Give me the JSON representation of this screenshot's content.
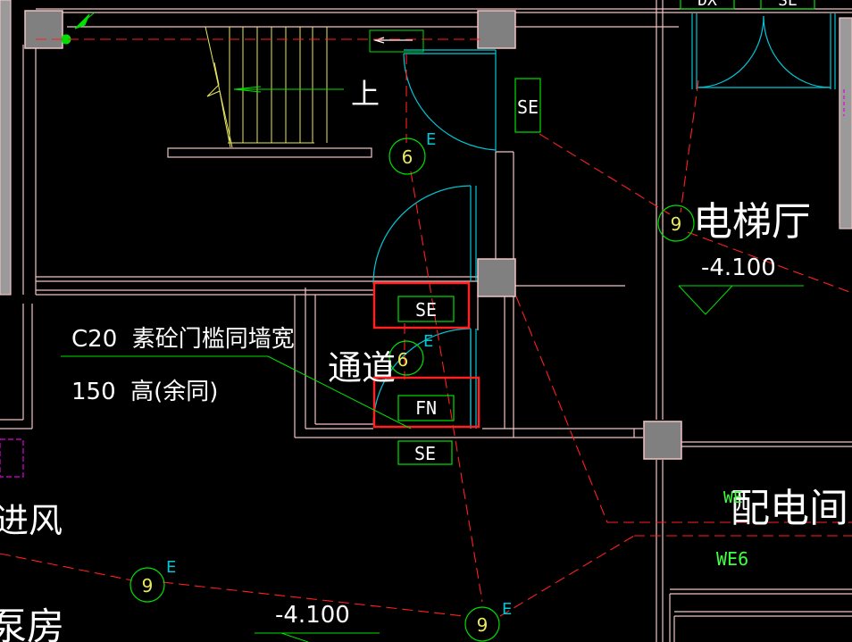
{
  "drawing": {
    "colors": {
      "background": "#000000",
      "wall": "#f2c4c4",
      "wall_alt": "#e8b0b0",
      "column": "#808080",
      "door": "#00c8d8",
      "stair": "#e8e860",
      "equip": "#00e000",
      "circuit": "#ff2020",
      "highlight": "#ff2020",
      "text": "#ffffff",
      "label_green": "#40ff40",
      "magenta": "#e000e0"
    },
    "rooms": {
      "elevator_hall": "电梯厅",
      "passage": "通道",
      "distribution_room": "配电间",
      "pump_room": "泵房",
      "fresh_air": "进风"
    },
    "note": {
      "line1": "C20  素砼门槛同墙宽",
      "line2": "150  高(余同)"
    },
    "elevations": {
      "elevator_hall": "-4.100",
      "pump_room": "-4.100"
    },
    "stair_label": "上",
    "devices": {
      "se_top": "SE",
      "se_highlight": "SE",
      "fn_highlight": "FN",
      "se_bottom": "SE",
      "dx_top": "DX",
      "se_top_right": "SE"
    },
    "circuits": {
      "c6_upper": "6",
      "c6_lower": "6",
      "c9_hall": "9",
      "c9_pump": "9",
      "c9_bottom": "9",
      "e_suffix": "E"
    },
    "labels": {
      "we6": "WE6",
      "we_partial": "WE"
    }
  }
}
